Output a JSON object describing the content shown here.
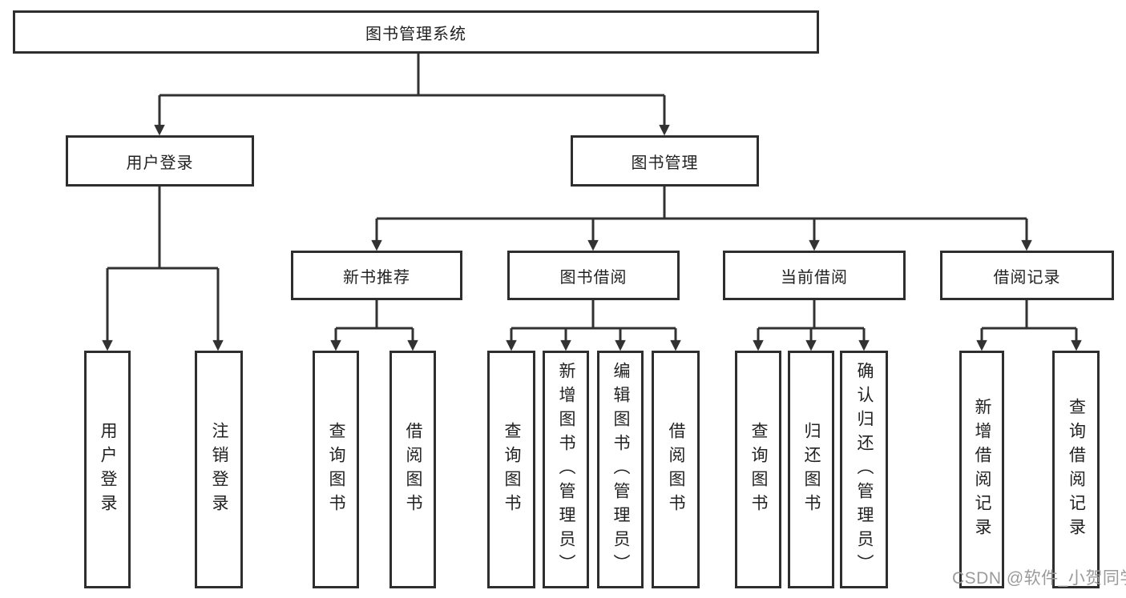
{
  "diagram_title": "图书管理系统",
  "nodes": {
    "root": "图书管理系统",
    "user_login": "用户登录",
    "book_mgmt": "图书管理",
    "new_book": "新书推荐",
    "book_borrow": "图书借阅",
    "current_borrow": "当前借阅",
    "borrow_record": "借阅记录",
    "leaves": [
      "用户登录",
      "注销登录",
      "查询图书",
      "借阅图书",
      "查询图书",
      "新增图书（管理员）",
      "编辑图书（管理员）",
      "借阅图书",
      "查询图书",
      "归还图书",
      "确认归还（管理员）",
      "新增借阅记录",
      "查询借阅记录"
    ]
  },
  "hierarchy": {
    "图书管理系统": [
      "用户登录",
      "图书管理"
    ],
    "用户登录": [
      "用户登录",
      "注销登录"
    ],
    "图书管理": [
      "新书推荐",
      "图书借阅",
      "当前借阅",
      "借阅记录"
    ],
    "新书推荐": [
      "查询图书",
      "借阅图书"
    ],
    "图书借阅": [
      "查询图书",
      "新增图书（管理员）",
      "编辑图书（管理员）",
      "借阅图书"
    ],
    "当前借阅": [
      "查询图书",
      "归还图书",
      "确认归还（管理员）"
    ],
    "借阅记录": [
      "新增借阅记录",
      "查询借阅记录"
    ]
  },
  "watermark": "CSDN @软件_小贺同学",
  "colors": {
    "line": "#323232",
    "box_border": "#2e2e2e",
    "text": "#222222",
    "watermark": "#9b9b9b",
    "background": "#ffffff"
  }
}
